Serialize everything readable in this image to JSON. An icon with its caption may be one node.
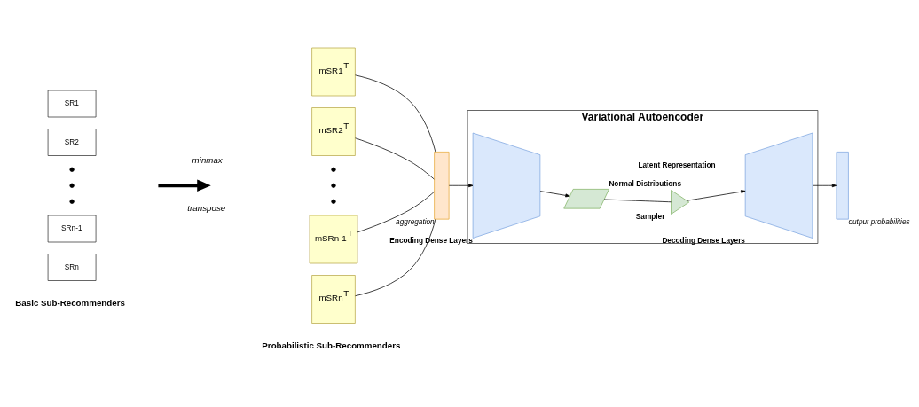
{
  "diagram": {
    "nodes": [
      {
        "text": [
          "SR1"
        ]
      },
      {
        "text": [
          "SR2"
        ]
      },
      {
        "text": [],
        "shape": "circle"
      },
      {
        "text": [],
        "shape": "circle"
      },
      {
        "text": [],
        "shape": "circle"
      },
      {
        "text": [
          "SRn-1"
        ]
      },
      {
        "text": [
          "SRn"
        ]
      },
      {
        "text": [
          "mSR1$^{T}$"
        ]
      },
      {
        "text": [
          "mSR2$^{T}$"
        ]
      },
      {
        "text": [],
        "shape": "circle"
      },
      {
        "text": [],
        "shape": "circle"
      },
      {
        "text": [],
        "shape": "circle"
      },
      {
        "text": [
          "mSRn-1$^{T}$"
        ]
      },
      {
        "text": [
          "mSRn$^{T}$"
        ]
      },
      {
        "text": [],
        "shape": "bar",
        "beside": [
          "aggregation"
        ]
      },
      {
        "text": [
          "Variational Autoencoder"
        ]
      },
      {
        "text": [],
        "shape": "trapezoid",
        "in": 15,
        "beside": [
          "Encoding Dense Layers"
        ]
      },
      {
        "text": [],
        "shape": "parallelogram",
        "in": 15,
        "beside": [
          "Normal Distributions"
        ]
      },
      {
        "text": [],
        "shape": "triangle",
        "in": 15,
        "beside": [
          "Sampler"
        ]
      },
      {
        "text": [],
        "shape": "trapezoid",
        "in": 15,
        "beside": [
          "Decoding Dense Layers"
        ]
      },
      {
        "text": [],
        "shape": "bar",
        "beside": [
          "output probabilities"
        ]
      }
    ],
    "edges": [
      {
        "from": 7,
        "to": 14,
        "arrow": "none"
      },
      {
        "from": 8,
        "to": 14,
        "arrow": "none"
      },
      {
        "from": 12,
        "to": 14,
        "arrow": "none"
      },
      {
        "from": 13,
        "to": 14,
        "arrow": "none"
      },
      {
        "from": 14,
        "to": 16,
        "arrow": "to"
      },
      {
        "from": 16,
        "to": 17,
        "arrow": "to"
      },
      {
        "from": 17,
        "to": 18,
        "arrow": "none"
      },
      {
        "from": 18,
        "to": 19,
        "arrow": "to"
      },
      {
        "from": 19,
        "to": 20,
        "arrow": "to"
      }
    ],
    "labels": [
      "minmax",
      "transpose",
      "Latent Representation",
      "Basic Sub-Recommenders",
      "Probabilistic Sub-Recommenders"
    ]
  }
}
